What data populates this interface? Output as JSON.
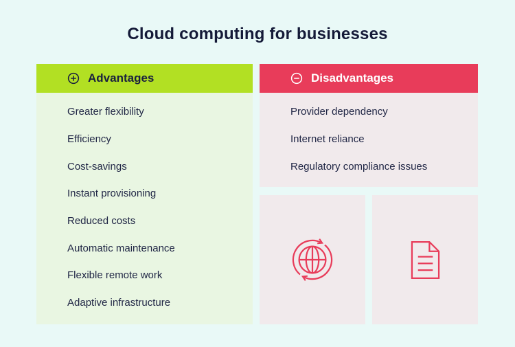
{
  "title": "Cloud computing for businesses",
  "advantages": {
    "label": "Advantages",
    "icon": "plus-circle-icon",
    "items": [
      "Greater flexibility",
      "Efficiency",
      "Cost-savings",
      "Instant provisioning",
      "Reduced costs",
      "Automatic maintenance",
      "Flexible remote work",
      "Adaptive infrastructure"
    ]
  },
  "disadvantages": {
    "label": "Disadvantages",
    "icon": "minus-circle-icon",
    "items": [
      "Provider dependency",
      "Internet reliance",
      "Regulatory compliance issues"
    ],
    "cards": [
      {
        "icon": "globe-sync-icon"
      },
      {
        "icon": "document-icon"
      }
    ]
  },
  "colors": {
    "page_background": "#e9f9f7",
    "advantages_header": "#b2e023",
    "advantages_panel": "#e9f6e2",
    "disadvantages_header": "#e83c5a",
    "disadvantages_panel": "#f1eaec",
    "icon_accent": "#e83c5a",
    "text_dark": "#1a203f",
    "text_light": "#ffffff"
  }
}
